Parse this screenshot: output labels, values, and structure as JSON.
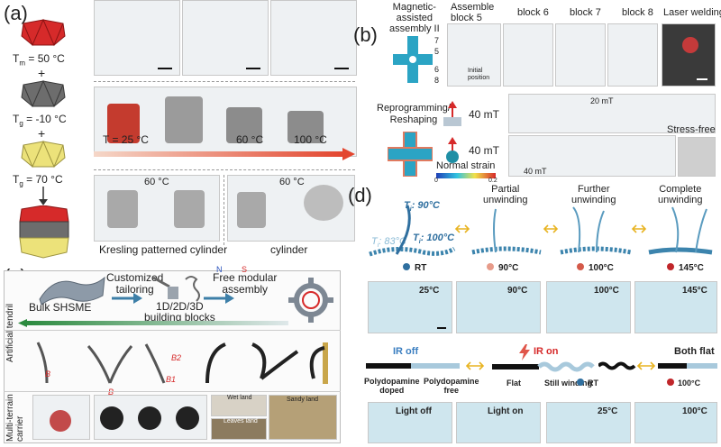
{
  "panel_a": {
    "label": "(a)",
    "tm": "T",
    "tm_sub": "m",
    "tm_val": " = 50 °C",
    "tg1": "T",
    "tg1_sub": "g",
    "tg1_val": " = -10 °C",
    "tg2": "T",
    "tg2_sub": "g",
    "tg2_val": " = 70 °C",
    "plus": "+",
    "t_label": "T = 25 °C",
    "t60": "60 °C",
    "t100": "100 °C",
    "heat1": "60 °C",
    "heat2": "60 °C",
    "caption_left": "Kresling patterned cylinder",
    "caption_right": "cylinder"
  },
  "panel_b": {
    "label": "(b)",
    "assembly_title": "Magnetic-\nassisted\nassembly II",
    "block5": "Assemble\nblock 5",
    "block6": "block 6",
    "block7": "block 7",
    "block8": "block 8",
    "laser": "Laser welding",
    "initial": "Initial\nposition",
    "nums": [
      "7",
      "5",
      "6",
      "8"
    ],
    "reprog": "Reprogramming/\nReshaping",
    "field1": "40 mT",
    "field2": "40 mT",
    "field3": "20 mT",
    "field4": "40 mT",
    "stress_free": "Stress-free",
    "strain": "Normal strain",
    "strain_min": "0",
    "strain_max": "0.2"
  },
  "panel_c": {
    "label": "(c)",
    "bulk": "Bulk SHSME",
    "customized": "Customized\ntailoring",
    "blocks": "1D/2D/3D\nbuilding blocks",
    "free": "Free modular\nassembly",
    "n": "N",
    "s": "S",
    "side1": "Artificial tendril",
    "side2": "Multi-terrain\ncarrier",
    "b": "B",
    "b1": "B1",
    "b2": "B2",
    "wet": "Wet land",
    "sandy": "Sandy land",
    "leaves": "Leaves land"
  },
  "panel_d": {
    "label": "(d)",
    "t90": "T",
    "t90_sub": "i",
    "t90_val": ": 90°C",
    "t83": "T",
    "t83_sub": "i",
    "t83_val": ": 83°C",
    "t100": "T",
    "t100_sub": "i",
    "t100_val": ": 100°C",
    "partial": "Partial\nunwinding",
    "further": "Further\nunwinding",
    "complete": "Complete\nunwinding",
    "rt": "RT",
    "c90": "90°C",
    "c100": "100°C",
    "c145": "145°C",
    "p25": "25°C",
    "p90": "90°C",
    "p100": "100°C",
    "p145": "145°C",
    "ir_off": "IR off",
    "ir_on": "IR on",
    "pda_doped": "Polydopamine\ndoped",
    "pda_free": "Polydopamine\nfree",
    "flat": "Flat",
    "still": "Still winding",
    "both_flat": "Both flat",
    "rt2": "RT",
    "c100b": "100°C",
    "light_off": "Light off",
    "light_on": "Light on",
    "q25": "25°C",
    "q100": "100°C"
  },
  "colors": {
    "red": "#d62a2a",
    "grey": "#6d6d6d",
    "yellow": "#e8dc6a",
    "blue_label": "#2f6f9f",
    "light_blue": "#8bbbd6",
    "arrow_orange": "#e56b2b",
    "teal": "#1f8fa5"
  }
}
